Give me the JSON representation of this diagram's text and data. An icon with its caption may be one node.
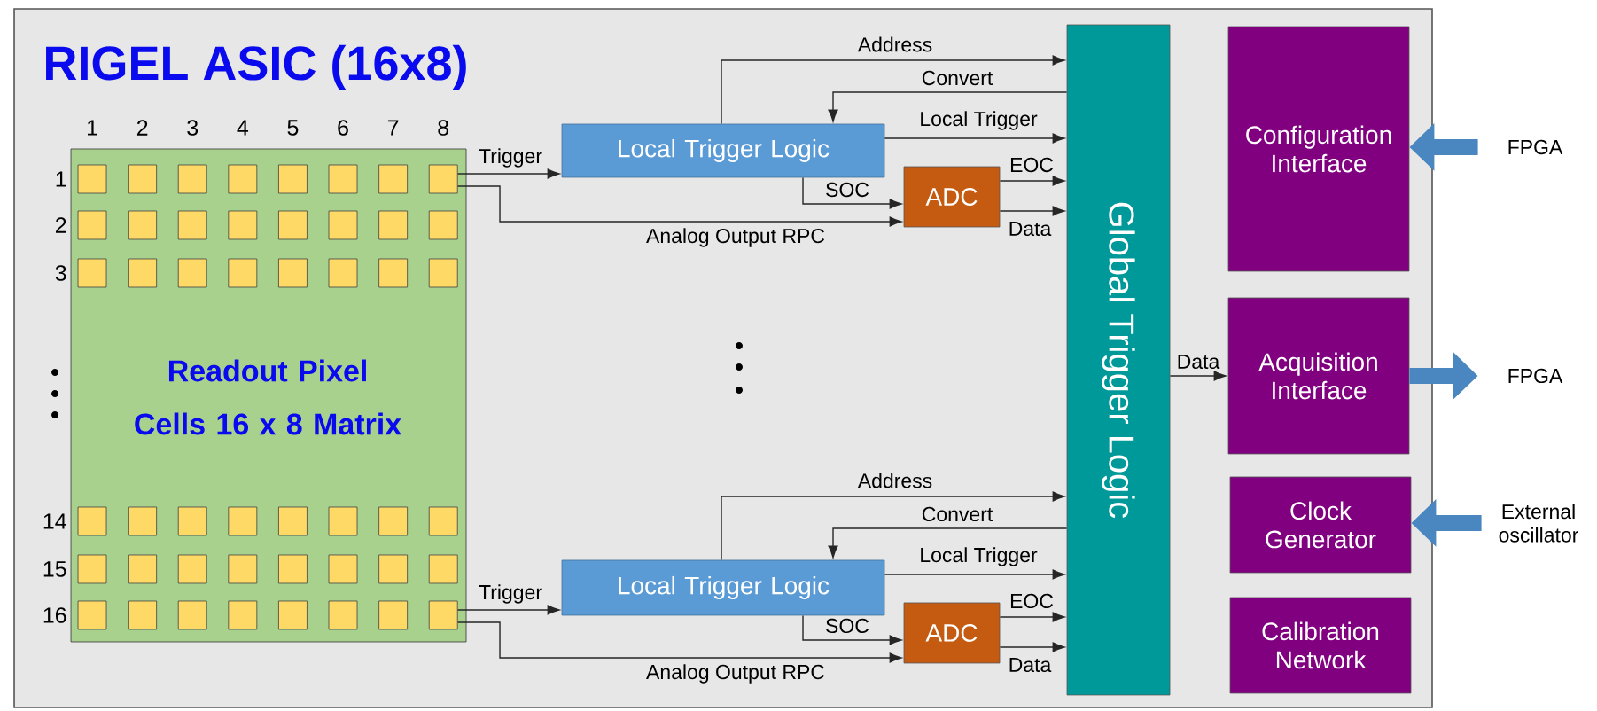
{
  "diagram": {
    "nodes": [
      {
        "text": [
          "RIGEL ASIC (16x8)"
        ]
      },
      {
        "text": [
          "Readout Pixel Cells 16 x 8 Matrix"
        ],
        "in": 0
      },
      {
        "text": [],
        "shape": "box",
        "in": 1
      },
      {
        "text": [],
        "shape": "box",
        "in": 1
      },
      {
        "text": [],
        "shape": "box",
        "in": 1
      },
      {
        "text": [],
        "shape": "box",
        "in": 1
      },
      {
        "text": [],
        "shape": "box",
        "in": 1
      },
      {
        "text": [],
        "shape": "box",
        "in": 1
      },
      {
        "text": [],
        "shape": "box",
        "in": 1
      },
      {
        "text": [],
        "shape": "box",
        "in": 1
      },
      {
        "text": [],
        "shape": "box",
        "in": 1
      },
      {
        "text": [],
        "shape": "box",
        "in": 1
      },
      {
        "text": [],
        "shape": "box",
        "in": 1
      },
      {
        "text": [],
        "shape": "box",
        "in": 1
      },
      {
        "text": [],
        "shape": "box",
        "in": 1
      },
      {
        "text": [],
        "shape": "box",
        "in": 1
      },
      {
        "text": [],
        "shape": "box",
        "in": 1
      },
      {
        "text": [],
        "shape": "box",
        "in": 1
      },
      {
        "text": [],
        "shape": "box",
        "in": 1
      },
      {
        "text": [],
        "shape": "box",
        "in": 1
      },
      {
        "text": [],
        "shape": "box",
        "in": 1
      },
      {
        "text": [],
        "shape": "box",
        "in": 1
      },
      {
        "text": [],
        "shape": "box",
        "in": 1
      },
      {
        "text": [],
        "shape": "box",
        "in": 1
      },
      {
        "text": [],
        "shape": "box",
        "in": 1
      },
      {
        "text": [],
        "shape": "box",
        "in": 1
      },
      {
        "text": [],
        "shape": "box",
        "in": 1
      },
      {
        "text": [],
        "shape": "box",
        "in": 1
      },
      {
        "text": [],
        "shape": "box",
        "in": 1
      },
      {
        "text": [],
        "shape": "box",
        "in": 1
      },
      {
        "text": [],
        "shape": "box",
        "in": 1
      },
      {
        "text": [],
        "shape": "box",
        "in": 1
      },
      {
        "text": [],
        "shape": "box",
        "in": 1
      },
      {
        "text": [],
        "shape": "box",
        "in": 1
      },
      {
        "text": [],
        "shape": "box",
        "in": 1
      },
      {
        "text": [],
        "shape": "box",
        "in": 1
      },
      {
        "text": [],
        "shape": "box",
        "in": 1
      },
      {
        "text": [],
        "shape": "box",
        "in": 1
      },
      {
        "text": [],
        "shape": "box",
        "in": 1
      },
      {
        "text": [],
        "shape": "box",
        "in": 1
      },
      {
        "text": [],
        "shape": "box",
        "in": 1
      },
      {
        "text": [],
        "shape": "box",
        "in": 1
      },
      {
        "text": [],
        "shape": "box",
        "in": 1
      },
      {
        "text": [],
        "shape": "box",
        "in": 1
      },
      {
        "text": [],
        "shape": "box",
        "in": 1
      },
      {
        "text": [],
        "shape": "box",
        "in": 1
      },
      {
        "text": [],
        "shape": "box",
        "in": 1
      },
      {
        "text": [],
        "shape": "box",
        "in": 1
      },
      {
        "text": [],
        "shape": "box",
        "in": 1
      },
      {
        "text": [],
        "shape": "box",
        "in": 1
      },
      {
        "text": [
          "Local Trigger Logic"
        ],
        "in": 0
      },
      {
        "text": [
          "ADC"
        ],
        "in": 0
      },
      {
        "text": [
          "Local Trigger Logic"
        ],
        "in": 0
      },
      {
        "text": [
          "ADC"
        ],
        "in": 0
      },
      {
        "text": [
          "Global Trigger Logic"
        ],
        "in": 0
      },
      {
        "text": [
          "Configuration Interface"
        ],
        "in": 0
      },
      {
        "text": [
          "Acquisition Interface"
        ],
        "in": 0
      },
      {
        "text": [
          "Clock Generator"
        ],
        "in": 0
      },
      {
        "text": [
          "Calibration Network"
        ],
        "in": 0
      },
      {
        "text": [
          "FPGA"
        ]
      },
      {
        "text": [
          "FPGA"
        ]
      },
      {
        "text": [
          "External oscillator"
        ]
      }
    ],
    "edges": [
      {
        "from": 9,
        "to": 50,
        "label": "Trigger",
        "arrow": "to"
      },
      {
        "from": 9,
        "to": 51,
        "label": "Analog Output RPC",
        "arrow": "to"
      },
      {
        "from": 50,
        "to": 54,
        "label": "Address",
        "arrow": "to"
      },
      {
        "from": 54,
        "to": 50,
        "label": "Convert",
        "arrow": "to"
      },
      {
        "from": 50,
        "to": 54,
        "label": "Local Trigger",
        "arrow": "to"
      },
      {
        "from": 50,
        "to": 51,
        "label": "SOC",
        "arrow": "to"
      },
      {
        "from": 51,
        "to": 54,
        "label": "EOC",
        "arrow": "to"
      },
      {
        "from": 51,
        "to": 54,
        "label": "Data",
        "arrow": "to"
      },
      {
        "from": 49,
        "to": 52,
        "label": "Trigger",
        "arrow": "to"
      },
      {
        "from": 49,
        "to": 53,
        "label": "Analog Output RPC",
        "arrow": "to"
      },
      {
        "from": 52,
        "to": 54,
        "label": "Address",
        "arrow": "to"
      },
      {
        "from": 54,
        "to": 52,
        "label": "Convert",
        "arrow": "to"
      },
      {
        "from": 52,
        "to": 54,
        "label": "Local Trigger",
        "arrow": "to"
      },
      {
        "from": 52,
        "to": 53,
        "label": "SOC",
        "arrow": "to"
      },
      {
        "from": 53,
        "to": 54,
        "label": "EOC",
        "arrow": "to"
      },
      {
        "from": 53,
        "to": 54,
        "label": "Data",
        "arrow": "to"
      },
      {
        "from": 54,
        "to": 56,
        "label": "Data",
        "arrow": "to"
      },
      {
        "from": 59,
        "to": 55,
        "arrow": "to",
        "style": "thick",
        "color": "#4a86c0"
      },
      {
        "from": 56,
        "to": 60,
        "arrow": "to",
        "style": "thick",
        "color": "#4a86c0"
      },
      {
        "from": 61,
        "to": 57,
        "arrow": "to",
        "style": "thick",
        "color": "#4a86c0"
      }
    ],
    "labels": [
      "1",
      "2",
      "3",
      "4",
      "5",
      "6",
      "7",
      "8",
      "1",
      "2",
      "3",
      "14",
      "15",
      "16"
    ]
  }
}
